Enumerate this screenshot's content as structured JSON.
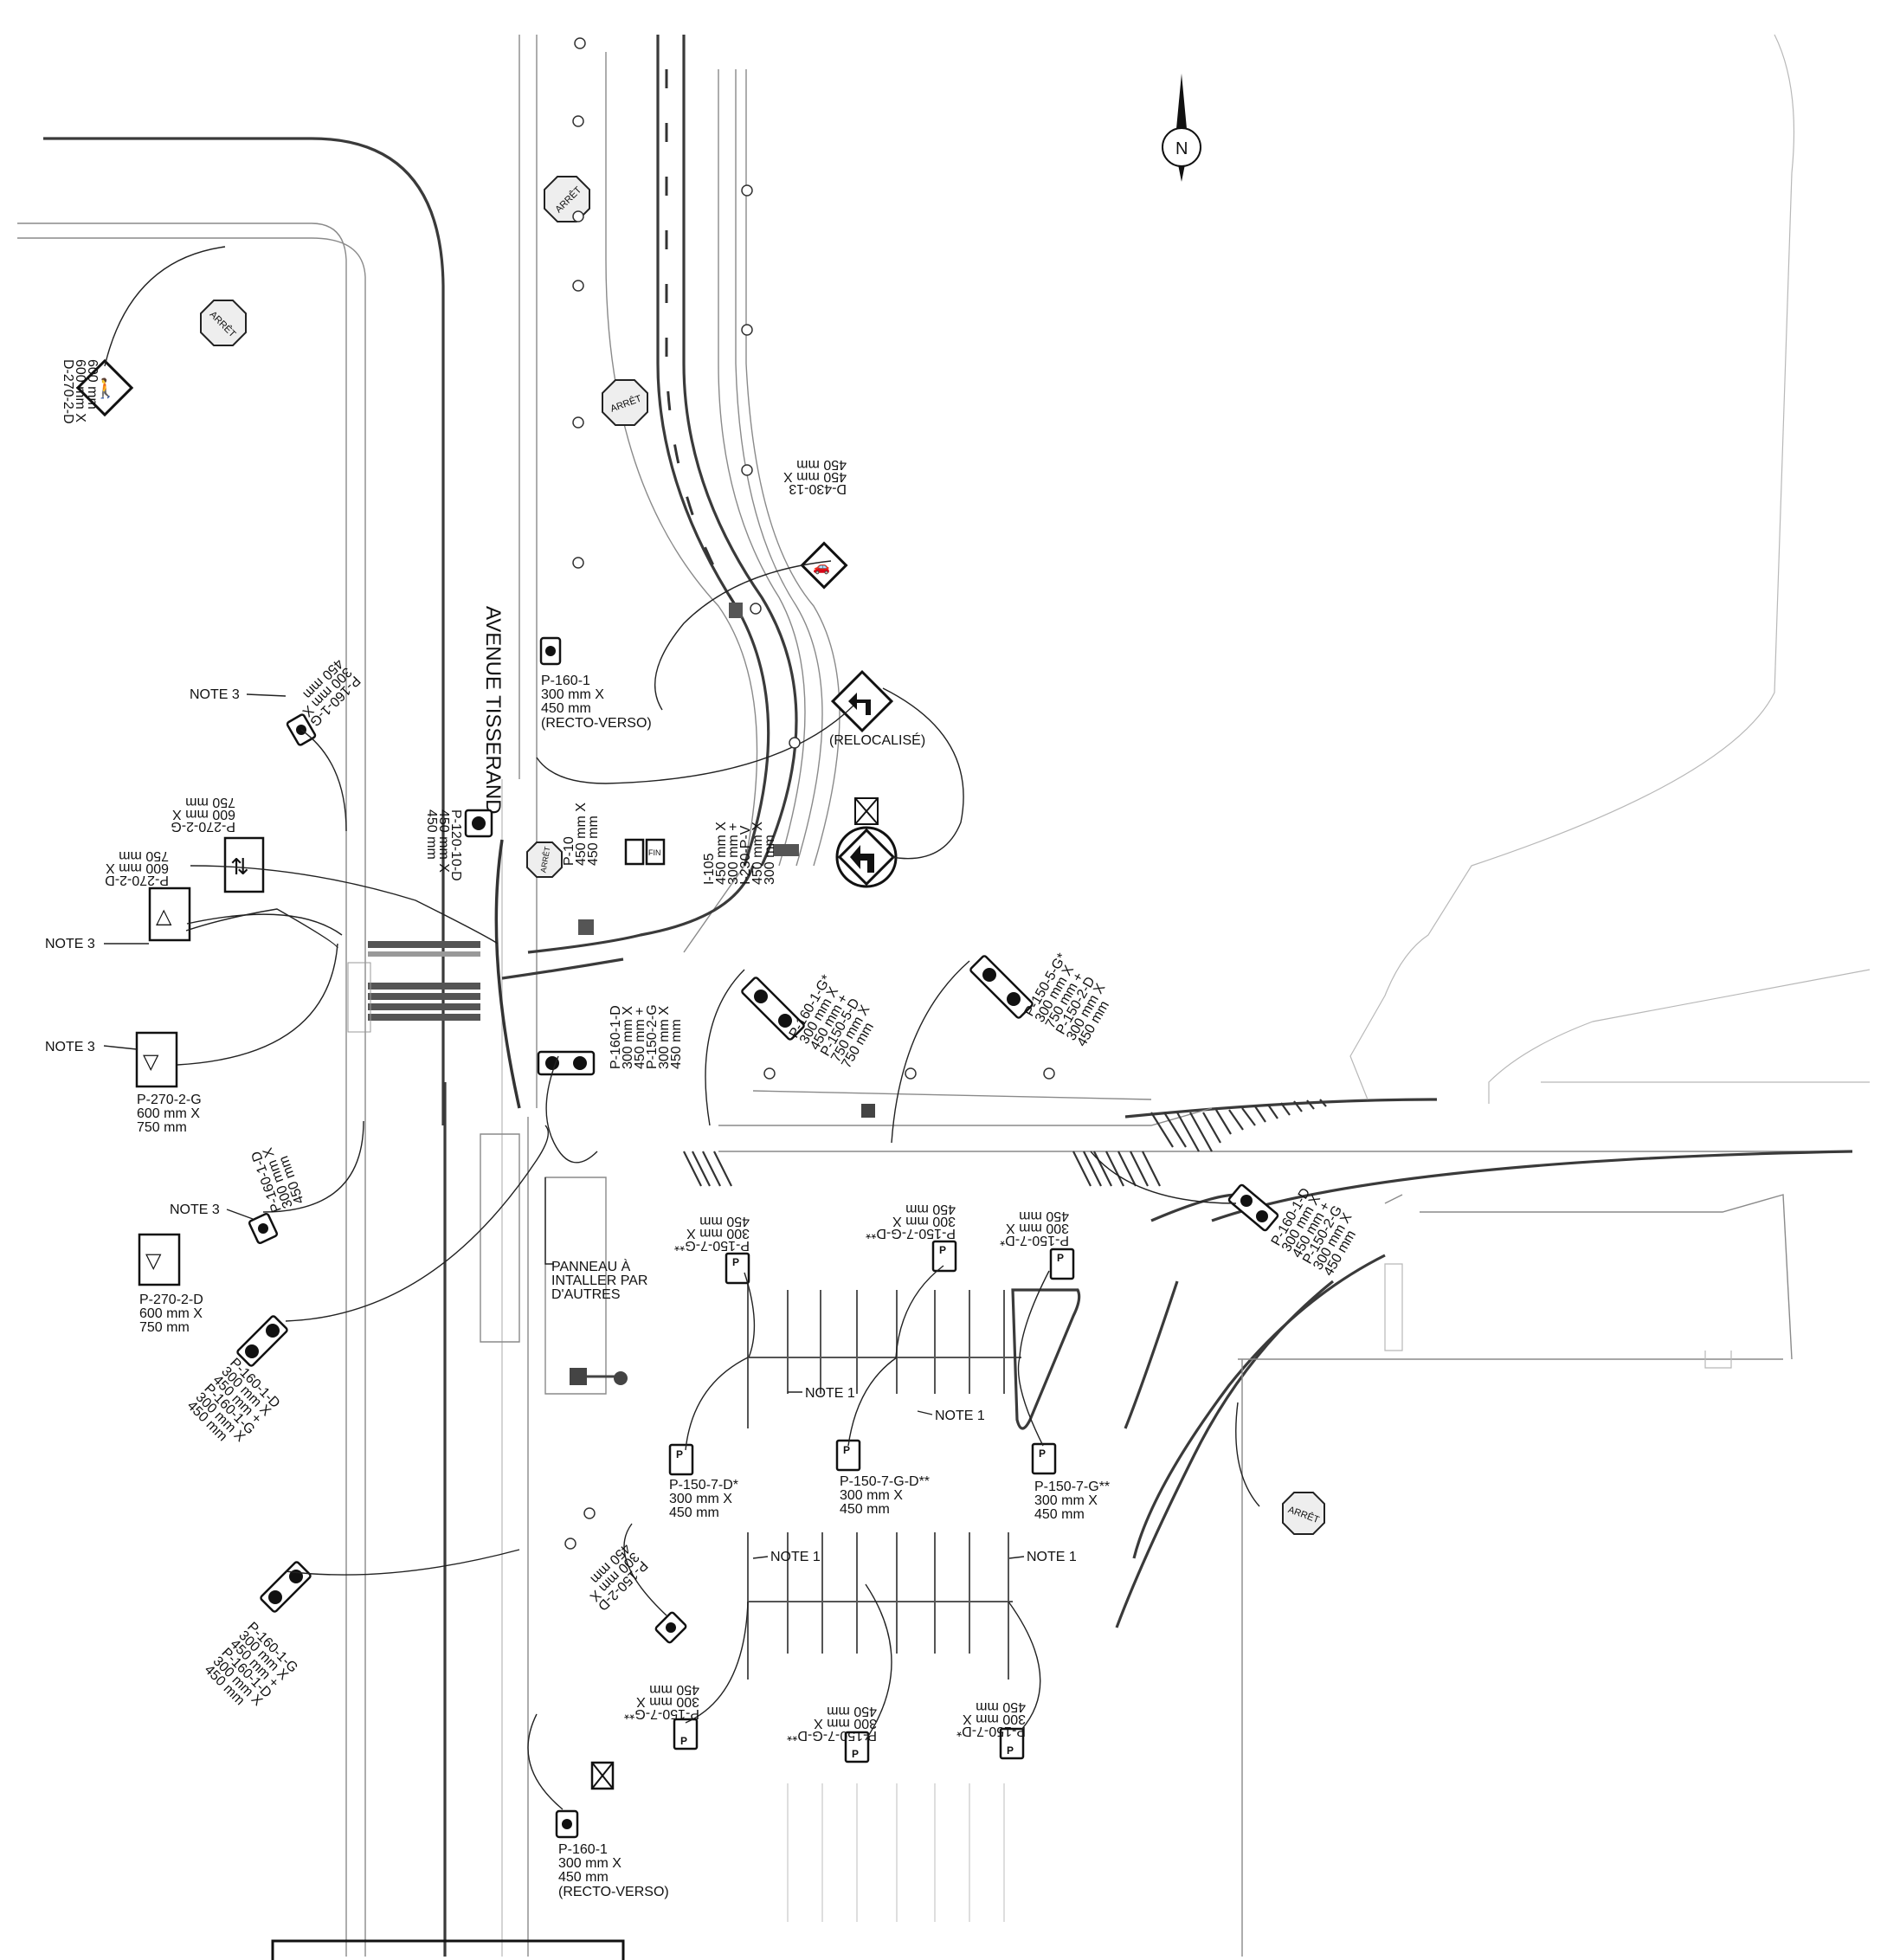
{
  "title_street": "AVENUE TISSERAND",
  "north_label": "N",
  "colors": {
    "ink": "#111111",
    "road": "#3a3a3a",
    "thin": "#8a8a8a"
  },
  "stop_sign_text": "ARRÊT",
  "fin_text": "FIN",
  "signs": {
    "d270_top": [
      "D-270-2-D",
      "600 mm X",
      "600 mm"
    ],
    "d430": [
      "D-430-13",
      "450 mm X",
      "450 mm"
    ],
    "p160_recto_top": [
      "P-160-1",
      "300 mm X",
      "450 mm",
      "(RECTO-VERSO)"
    ],
    "p160_1g_left": [
      "P-160-1-G",
      "300 mm X",
      "450 mm"
    ],
    "p120": [
      "P-120-10-D",
      "450 mm X",
      "450 mm"
    ],
    "p10": [
      "P-10",
      "450 mm X",
      "450 mm"
    ],
    "i105": [
      "I-105",
      "450 mm X",
      "300 mm +",
      "I-230-P-V",
      "450 mm X",
      "300 mm"
    ],
    "relocalise": "(RELOCALISÉ)",
    "p270_2g_top": [
      "P-270-2-G",
      "600 mm X",
      "750 mm"
    ],
    "p270_2d_top": [
      "P-270-2-D",
      "600 mm X",
      "750 mm"
    ],
    "p270_2g_bottom": [
      "P-270-2-G",
      "600 mm X",
      "750 mm"
    ],
    "p160_1d_mid": [
      "P-160-1-D",
      "300 mm X",
      "450 mm +",
      "P-150-2-G",
      "300 mm X",
      "450 mm"
    ],
    "p160_1g_mid": [
      "P-160-1-G*",
      "300 mm X",
      "450 mm +",
      "P-150-5-D",
      "750 mm X",
      "750 mm"
    ],
    "p150_5g": [
      "P-150-5-G*",
      "300 mm X",
      "750 mm +",
      "P-150-2-D",
      "300 mm X",
      "450 mm"
    ],
    "p160_1d_left": [
      "P-160-1-D",
      "300 mm X",
      "450 mm"
    ],
    "p270_2d_bottom": [
      "P-270-2-D",
      "600 mm X",
      "750 mm"
    ],
    "p160_stack_left": [
      "P-160-1-D",
      "300 mm X",
      "450 mm +",
      "P-160-1-G",
      "300 mm X",
      "450 mm"
    ],
    "p160_stack_left2": [
      "P-160-1-G",
      "300 mm X",
      "450 mm +",
      "P-160-1-D",
      "300 mm X",
      "450 mm"
    ],
    "p160_1d_right": [
      "P-160-1-D",
      "300 mm X",
      "450 mm +",
      "P-150-2-G",
      "300 mm X",
      "450 mm"
    ],
    "p150_7g_top1": [
      "P-150-7-G**",
      "300 mm X",
      "450 mm"
    ],
    "p150_7gd_top": [
      "P-150-7-G-D**",
      "300 mm X",
      "450 mm"
    ],
    "p150_7d_top": [
      "P-150-7-D*",
      "300 mm X",
      "450 mm"
    ],
    "p150_7d_mid": [
      "P-150-7-D*",
      "300 mm X",
      "450 mm"
    ],
    "p150_7gd_mid": [
      "P-150-7-G-D**",
      "300 mm X",
      "450 mm"
    ],
    "p150_7g_mid": [
      "P-150-7-G**",
      "300 mm X",
      "450 mm"
    ],
    "p150_2d": [
      "P-150-2-D",
      "300 mm X",
      "450 mm"
    ],
    "p150_7g_bot": [
      "P-150-7-G**",
      "300 mm X",
      "450 mm"
    ],
    "p150_7gd_bot": [
      "P-150-7-G-D**",
      "300 mm X",
      "450 mm"
    ],
    "p150_7d_bot": [
      "P-150-7-D*",
      "300 mm X",
      "450 mm"
    ],
    "p160_recto_bottom": [
      "P-160-1",
      "300 mm X",
      "450 mm",
      "(RECTO-VERSO)"
    ]
  },
  "panneau": [
    "PANNEAU À",
    "INTALLER PAR",
    "D'AUTRES"
  ],
  "notes": {
    "note3": "NOTE 3",
    "note1": "NOTE 1"
  }
}
